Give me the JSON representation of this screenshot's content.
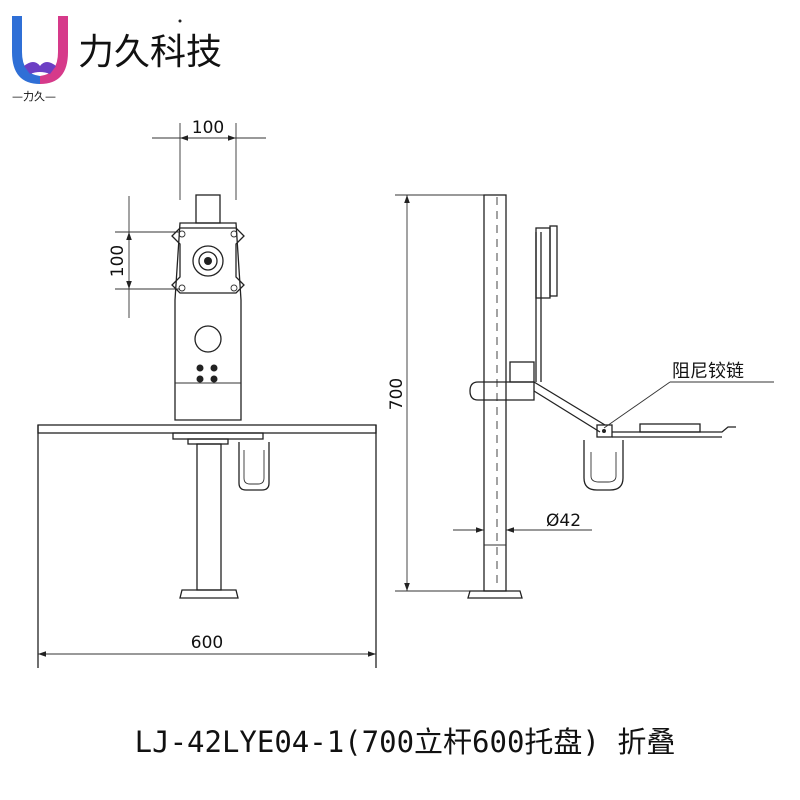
{
  "brand": {
    "name": "力久科技",
    "tagline": "—力久—",
    "colors": {
      "logo_left": "#2f6fd6",
      "logo_right": "#d63a8a",
      "logo_hand": "#6c3fc4"
    }
  },
  "dimensions": {
    "mount_width": "100",
    "mount_height": "100",
    "tray_width": "600",
    "pole_height": "700",
    "pole_diameter": "Ø42"
  },
  "annotations": {
    "hinge": "阻尼铰链"
  },
  "caption": "LJ-42LYE04-1(700立杆600托盘) 折叠"
}
